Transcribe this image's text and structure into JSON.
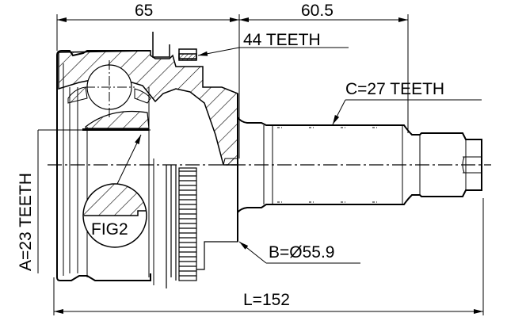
{
  "drawing": {
    "title": "CV joint outer (drive shaft end) technical drawing",
    "line_color": "#000000",
    "background": "#ffffff"
  },
  "dimensions": {
    "outer_body_length": "65",
    "shaft_length": "60.5",
    "overall_length": "L=152"
  },
  "callouts": {
    "abs_ring_teeth": "44 TEETH",
    "shaft_spline_teeth": "C=27 TEETH",
    "seal_diameter": "B=Ø55.9",
    "inner_spline_teeth": "A=23 TEETH",
    "detail_figure": "FIG2"
  }
}
